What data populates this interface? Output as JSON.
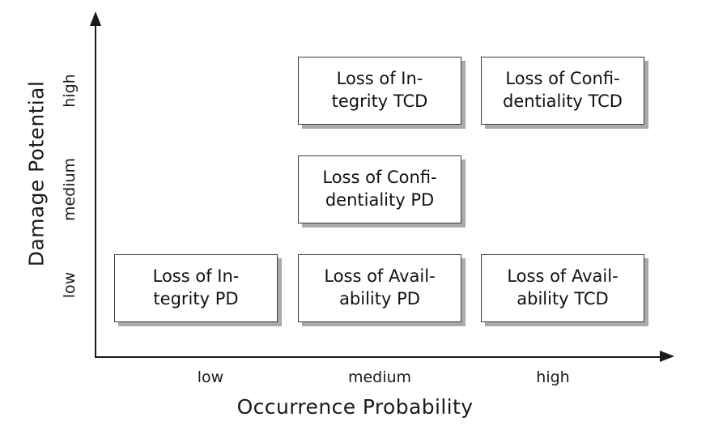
{
  "chart_data": {
    "type": "table",
    "title": "",
    "xlabel": "Occurrence Probability",
    "ylabel": "Damage Potential",
    "x_ticks": [
      "low",
      "medium",
      "high"
    ],
    "y_ticks": [
      "low",
      "medium",
      "high"
    ],
    "grid": false,
    "legend": "none",
    "cells": [
      {
        "id": "loss-of-integrity-tcd",
        "text": "Loss of In-\ntegrity TCD",
        "occurrence_probability": "medium",
        "damage_potential": "high"
      },
      {
        "id": "loss-of-confidentiality-tcd",
        "text": "Loss of Confi-\ndentiality TCD",
        "occurrence_probability": "high",
        "damage_potential": "high"
      },
      {
        "id": "loss-of-confidentiality-pd",
        "text": "Loss of Confi-\ndentiality PD",
        "occurrence_probability": "medium",
        "damage_potential": "medium"
      },
      {
        "id": "loss-of-integrity-pd",
        "text": "Loss of In-\ntegrity PD",
        "occurrence_probability": "low",
        "damage_potential": "low"
      },
      {
        "id": "loss-of-availability-pd",
        "text": "Loss of Avail-\nability PD",
        "occurrence_probability": "medium",
        "damage_potential": "low"
      },
      {
        "id": "loss-of-availability-tcd",
        "text": "Loss of Avail-\nability TCD",
        "occurrence_probability": "high",
        "damage_potential": "low"
      }
    ]
  },
  "colors": {
    "axis": "#1a1a1a",
    "box_border": "#3c3c3c",
    "box_fill": "#ffffff",
    "box_shadow": "#aaaaaa",
    "text": "#111111",
    "background": "#ffffff"
  }
}
